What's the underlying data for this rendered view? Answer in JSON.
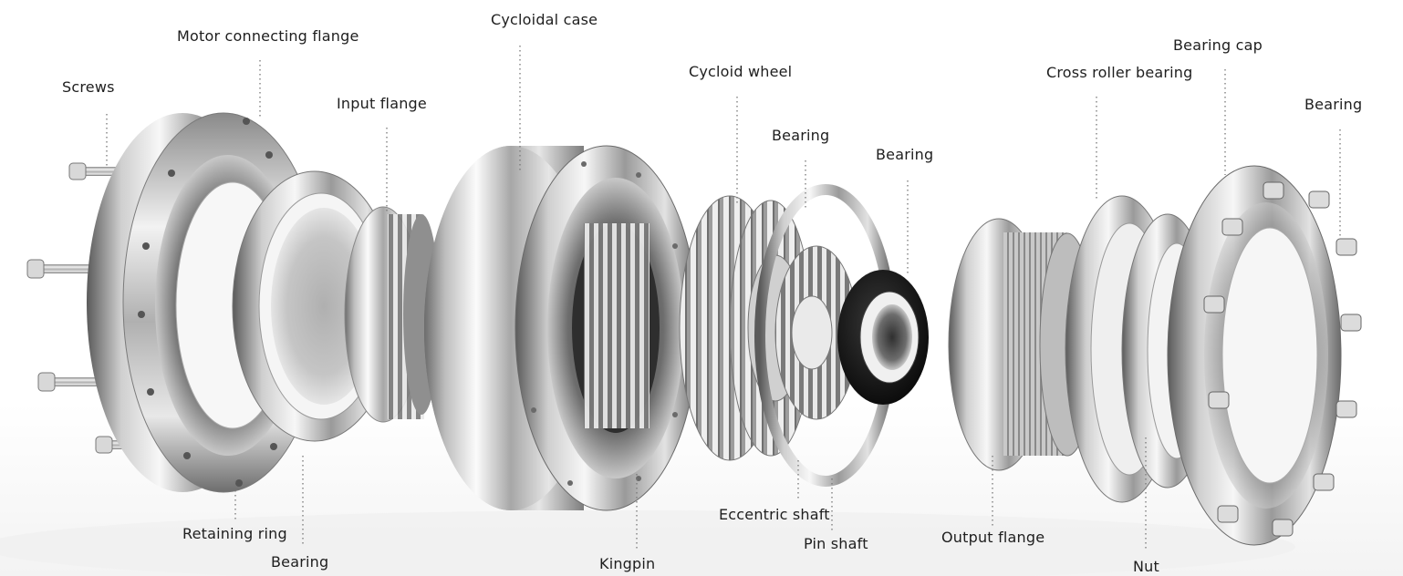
{
  "labels": {
    "screws": "Screws",
    "motor_connecting_flange": "Motor connecting flange",
    "input_flange": "Input flange",
    "cycloidal_case": "Cycloidal case",
    "cycloid_wheel": "Cycloid wheel",
    "bearing_1": "Bearing",
    "bearing_2": "Bearing",
    "cross_roller_bearing": "Cross roller bearing",
    "bearing_cap": "Bearing cap",
    "bearing_3": "Bearing",
    "retaining_ring": "Retaining ring",
    "bearing_4": "Bearing",
    "kingpin": "Kingpin",
    "eccentric_shaft": "Eccentric shaft",
    "pin_shaft": "Pin shaft",
    "output_flange": "Output flange",
    "nut": "Nut"
  },
  "colors": {
    "metal_light": "#f4f4f4",
    "metal_mid": "#b9b9b9",
    "metal_dark": "#4a4a4a",
    "rubber_black": "#141414",
    "label_text": "#1e1e1e",
    "leader_line": "#777777"
  }
}
